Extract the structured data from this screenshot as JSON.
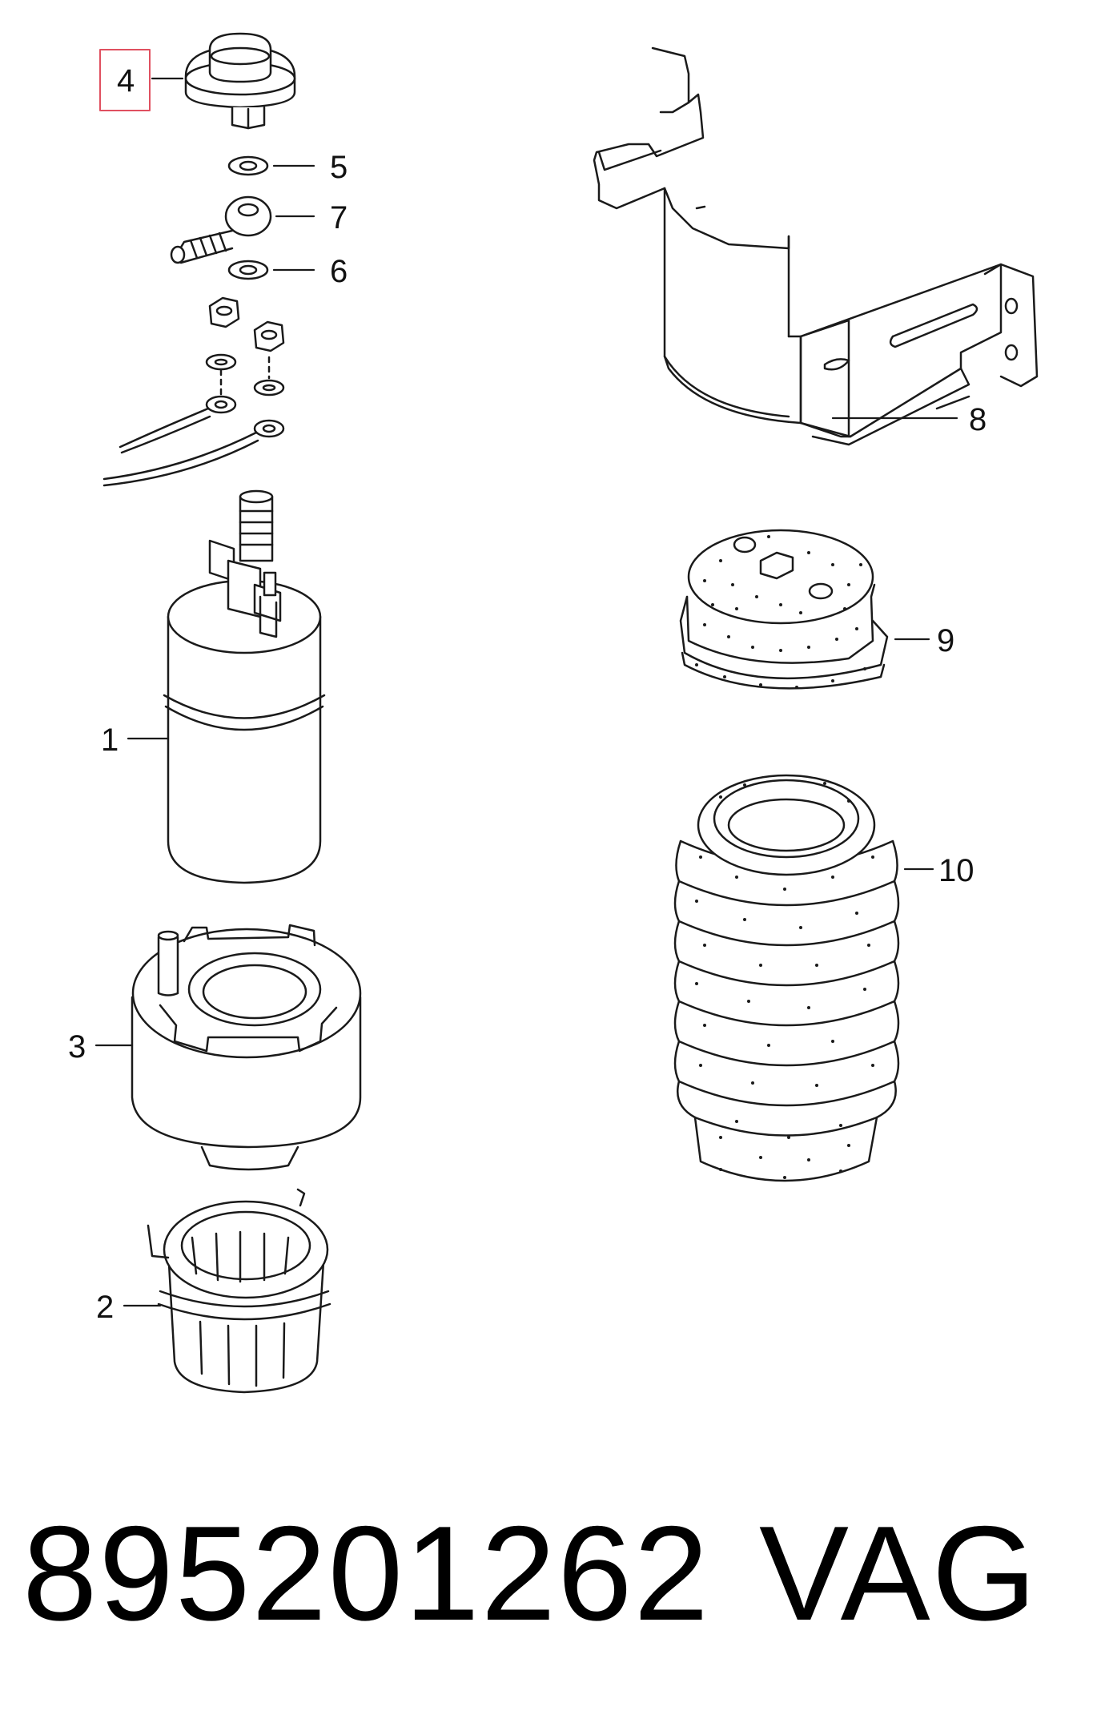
{
  "callouts": {
    "c1": "1",
    "c2": "2",
    "c3": "3",
    "c4": "4",
    "c5": "5",
    "c6": "6",
    "c7": "7",
    "c8": "8",
    "c9": "9",
    "c10": "10"
  },
  "highlight_color": "#e05060",
  "footer": {
    "part_number": "895201262",
    "brand": "VAG"
  }
}
